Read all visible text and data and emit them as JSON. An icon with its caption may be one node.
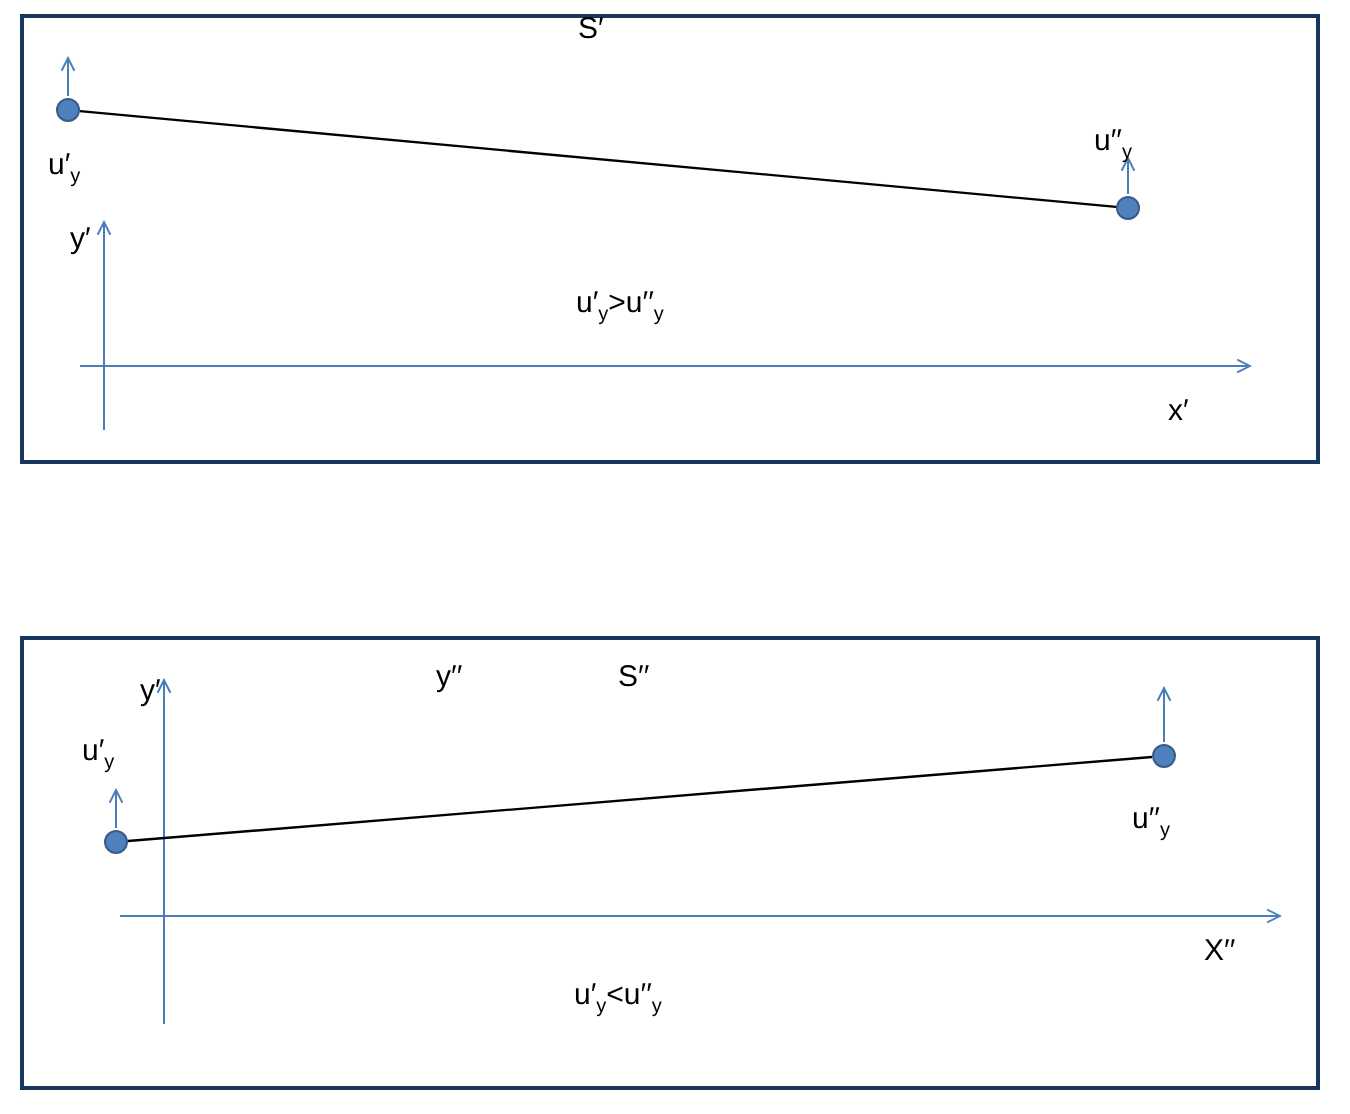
{
  "diagram": {
    "nodes": [
      {
        "text": [],
        "shape": "box"
      },
      {
        "text": [],
        "shape": "circle",
        "in": 0,
        "beside": [
          "u′$_{y}$"
        ]
      },
      {
        "text": [],
        "shape": "circle",
        "in": 0,
        "beside": [
          "u′′$_{y}$"
        ]
      },
      {
        "text": [],
        "shape": "box"
      },
      {
        "text": [],
        "shape": "circle",
        "in": 3,
        "beside": [
          "u′$_{y}$"
        ]
      },
      {
        "text": [],
        "shape": "circle",
        "in": 3,
        "beside": [
          "u′′$_{y}$"
        ]
      }
    ],
    "edges": [
      {
        "from": 1,
        "to": 2,
        "arrow": "none"
      },
      {
        "from": 4,
        "to": 5,
        "arrow": "none"
      }
    ],
    "labels": [
      "S′",
      "y′",
      "u′$_{y}$>u′′$_{y}$",
      "x′",
      "y′",
      "y′′",
      "S′′",
      "X′′",
      "u′$_{y}$<u′′$_{y}$"
    ]
  }
}
